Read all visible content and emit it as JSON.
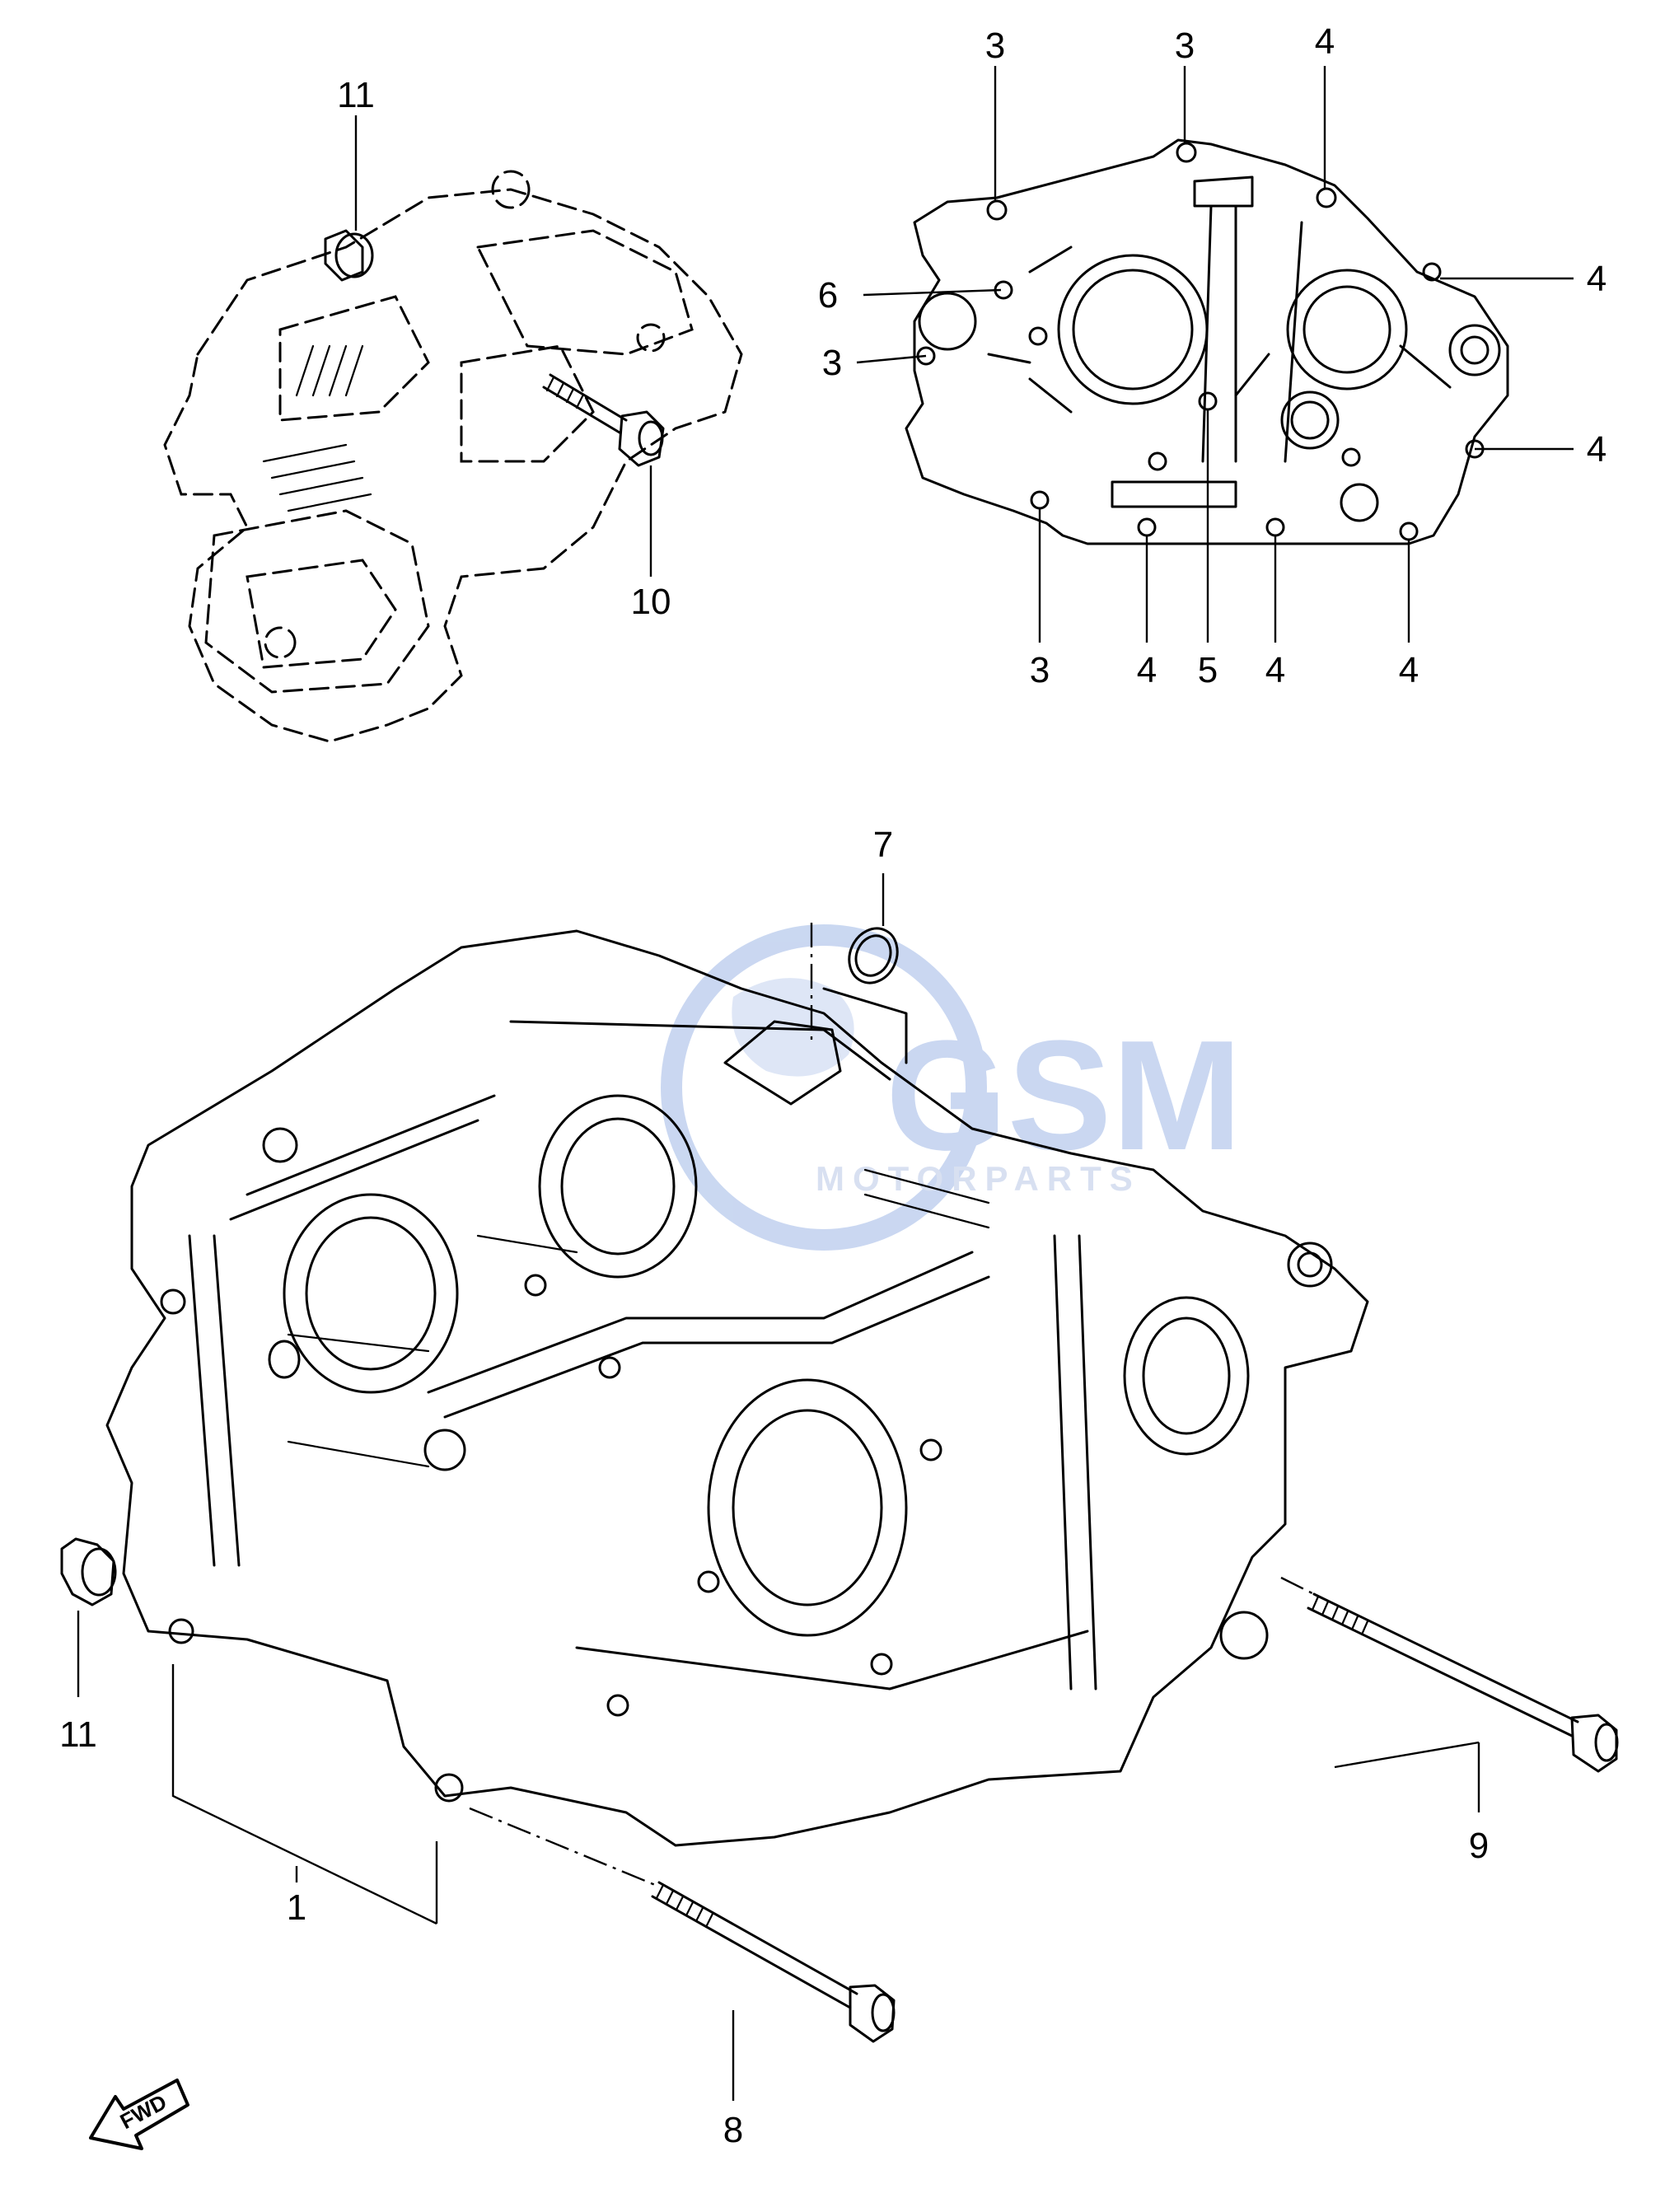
{
  "diagram": {
    "callouts": [
      {
        "id": "c11a",
        "label": "11"
      },
      {
        "id": "c10",
        "label": "10"
      },
      {
        "id": "c3a",
        "label": "3"
      },
      {
        "id": "c3b",
        "label": "3"
      },
      {
        "id": "c4a",
        "label": "4"
      },
      {
        "id": "c6",
        "label": "6"
      },
      {
        "id": "c4b",
        "label": "4"
      },
      {
        "id": "c3c",
        "label": "3"
      },
      {
        "id": "c4c",
        "label": "4"
      },
      {
        "id": "c3d",
        "label": "3"
      },
      {
        "id": "c4d",
        "label": "4"
      },
      {
        "id": "c5",
        "label": "5"
      },
      {
        "id": "c4e",
        "label": "4"
      },
      {
        "id": "c4f",
        "label": "4"
      },
      {
        "id": "c7",
        "label": "7"
      },
      {
        "id": "c11b",
        "label": "11"
      },
      {
        "id": "c9",
        "label": "9"
      },
      {
        "id": "c1",
        "label": "1"
      },
      {
        "id": "c8",
        "label": "8"
      }
    ],
    "fwd_label": "FWD",
    "watermark": {
      "brand": "GSM",
      "sub": "MOTORPARTS",
      "color": "#9fb8e6"
    }
  }
}
